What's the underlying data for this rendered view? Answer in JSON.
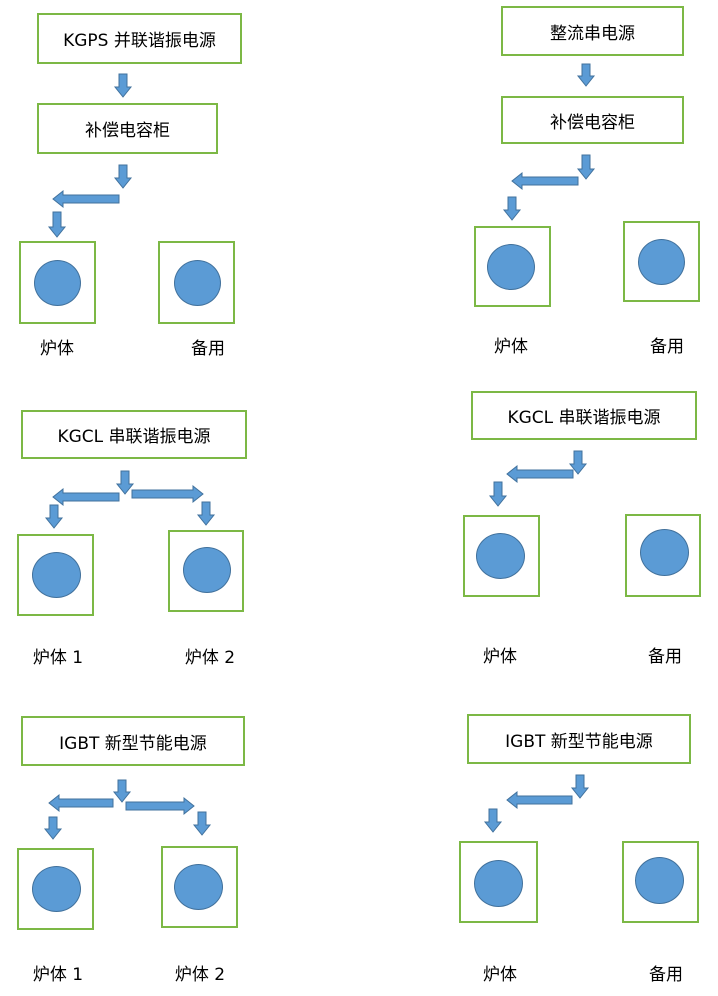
{
  "colors": {
    "box_border": "#7cb845",
    "arrow_fill": "#5b9bd5",
    "arrow_stroke": "#41719c",
    "circle_fill": "#5b9bd5"
  },
  "panels": [
    {
      "source": "KGPS 并联谐振电源",
      "middle": "补偿电容柜",
      "labels": [
        "炉体",
        "备用"
      ]
    },
    {
      "source": "整流串电源",
      "middle": "补偿电容柜",
      "labels": [
        "炉体",
        "备用"
      ]
    },
    {
      "source": "KGCL 串联谐振电源",
      "labels": [
        "炉体 1",
        "炉体 2"
      ]
    },
    {
      "source": "KGCL 串联谐振电源",
      "labels": [
        "炉体",
        "备用"
      ]
    },
    {
      "source": "IGBT 新型节能电源",
      "labels": [
        "炉体 1",
        "炉体 2"
      ]
    },
    {
      "source": "IGBT 新型节能电源",
      "labels": [
        "炉体",
        "备用"
      ]
    }
  ]
}
